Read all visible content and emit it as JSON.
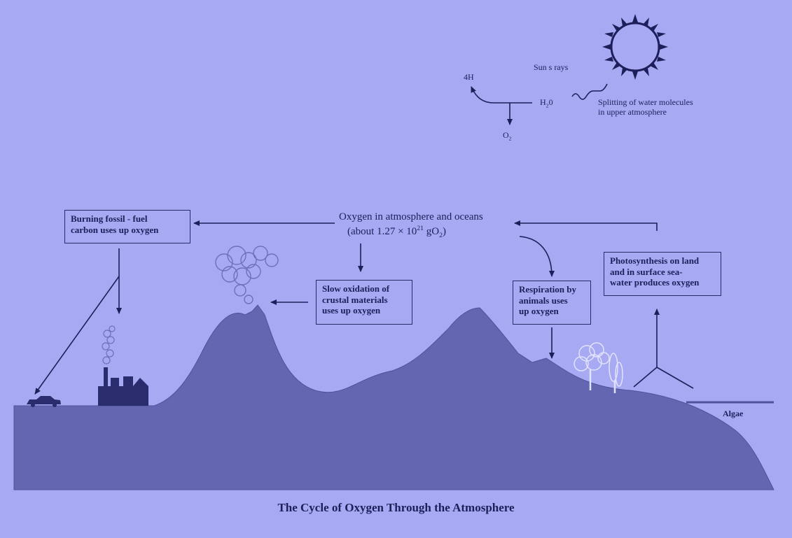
{
  "caption": "The Cycle of Oxygen Through the Atmosphere",
  "center": {
    "line1": "Oxygen in atmosphere and oceans",
    "line2_prefix": "(about 1.27 × 10",
    "line2_exp": "21",
    "line2_mid": " gO",
    "line2_sub": "2",
    "line2_suffix": ")"
  },
  "sun": {
    "rays_label": "Sun s rays",
    "splitting_line1": "Splitting of water molecules",
    "splitting_line2": "in upper atmosphere"
  },
  "chemistry": {
    "h_product": "4H",
    "water_main": "H",
    "water_sub": "2",
    "water_end": "0",
    "oxygen_main": "O",
    "oxygen_sub": "2"
  },
  "boxes": {
    "burning_line1": "Burning fossil - fuel",
    "burning_line2": "carbon uses up oxygen",
    "oxidation_line1": "Slow oxidation of",
    "oxidation_line2": "crustal materials",
    "oxidation_line3": "uses up oxygen",
    "respiration_line1": "Respiration by",
    "respiration_line2": "animals uses",
    "respiration_line3": "up oxygen",
    "photo_line1": "Photosynthesis on land",
    "photo_line2": "and in surface sea-",
    "photo_line3": "water produces oxygen"
  },
  "algae_label": "Algae",
  "colors": {
    "background": "#a7a9f3",
    "land": "#6466b2",
    "ink": "#1e1f5a",
    "dark": "#2b2c6e"
  }
}
